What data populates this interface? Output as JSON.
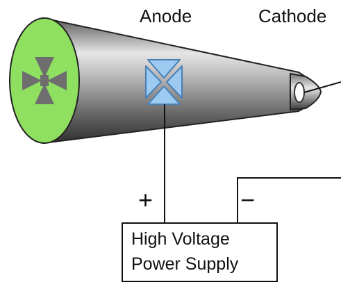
{
  "labels": {
    "anode": "Anode",
    "cathode": "Cathode",
    "plus": "+",
    "minus": "−"
  },
  "power_supply": {
    "line1": "High Voltage",
    "line2": "Power Supply"
  },
  "colors": {
    "screen": "#8fe060",
    "maltese_cross_shadow": "#6e6e6e",
    "anode_cross": "#9ccaf0",
    "anode_cross_outline": "#4a7fb5",
    "tube_dark": "#3a3a3a",
    "tube_light": "#dcdcdc",
    "wire": "#111111"
  },
  "icons": {
    "tube": "crookes-tube",
    "screen_pattern": "maltese-cross",
    "anode": "maltese-cross"
  }
}
